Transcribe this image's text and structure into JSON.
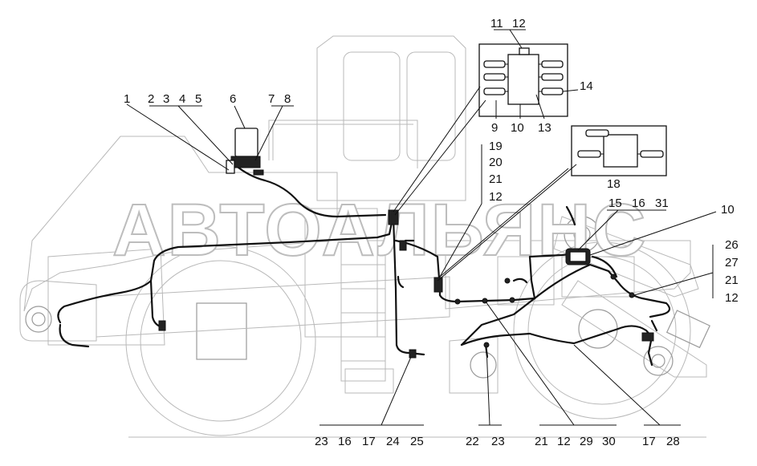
{
  "watermark": "АВТОАЛЬЯНС",
  "colors": {
    "line": "#111111",
    "machine": "#b9b9b9",
    "watermark_stroke": "#bdbdbd"
  },
  "labels": {
    "l1": "1",
    "l2": "2",
    "l3": "3",
    "l4": "4",
    "l5": "5",
    "l6": "6",
    "l7": "7",
    "l8": "8",
    "l9": "9",
    "l10a": "10",
    "l13": "13",
    "l14": "14",
    "l11": "11",
    "l12a": "12",
    "l18": "18",
    "l19": "19",
    "l20": "20",
    "l21a": "21",
    "l12b": "12",
    "l15": "15",
    "l16a": "16",
    "l31": "31",
    "l10b": "10",
    "l26": "26",
    "l27": "27",
    "l21b": "21",
    "l12c": "12",
    "b23a": "23",
    "b16": "16",
    "b17a": "17",
    "b24": "24",
    "b25": "25",
    "b22": "22",
    "b23b": "23",
    "b21": "21",
    "b12": "12",
    "b29": "29",
    "b30": "30",
    "b17b": "17",
    "b28": "28"
  }
}
